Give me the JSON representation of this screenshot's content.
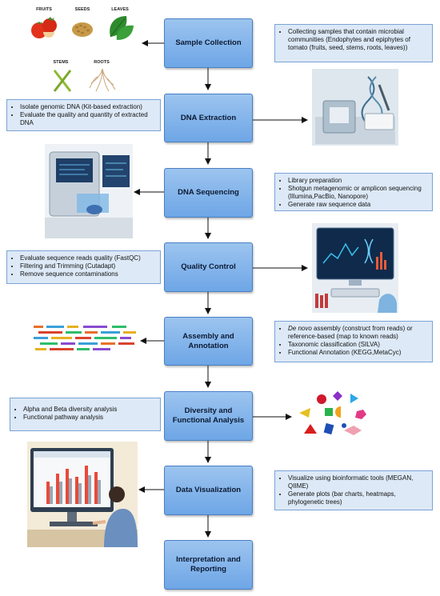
{
  "steps": [
    {
      "label": "Sample Collection"
    },
    {
      "label": "DNA Extraction"
    },
    {
      "label": "DNA Sequencing"
    },
    {
      "label": "Quality Control"
    },
    {
      "label": "Assembly and Annotation"
    },
    {
      "label": "Diversity and Functional Analysis"
    },
    {
      "label": "Data Visualization"
    },
    {
      "label": "Interpretation and Reporting"
    }
  ],
  "sample_labels": [
    "FRUITS",
    "SEEDS",
    "LEAVES",
    "STEMS",
    "ROOTS"
  ],
  "notes": {
    "sample_collection": [
      "Collecting samples that contain microbial communities (Endophytes and epiphytes of tomato (fruits, seed, stems, roots, leaves))"
    ],
    "dna_extraction": [
      "Isolate genomic DNA (Kit-based extraction)",
      "Evaluate the quality and quantity of extracted DNA"
    ],
    "dna_sequencing": [
      "Library preparation",
      "Shotgun metagenomic or amplicon sequencing (Illumina,PacBio, Nanopore)",
      "Generate raw sequence data"
    ],
    "quality_control": [
      "Evaluate sequence reads quality (FastQC)",
      "Filtering and Trimming (Cutadapt)",
      "Remove sequence contaminations"
    ],
    "assembly": {
      "item1_em": "De novo",
      "item1_rest": " assembly (construct from reads) or reference-based (map to known reads)",
      "item2": "Taxonomic classification (SILVA)",
      "item3": "Functional Annotation (KEGG,MetaCyc)"
    },
    "diversity": [
      "Alpha and Beta diversity analysis",
      "Functional pathway analysis"
    ],
    "visualization": [
      "Visualize using bioinformatic tools (MEGAN, QIIME)",
      "Generate plots (bar charts, heatmaps, phylogenetic trees)"
    ]
  },
  "colors": {
    "step_fill": "#7eb0ea",
    "note_fill": "#dde9f7",
    "arrow": "#111111"
  }
}
